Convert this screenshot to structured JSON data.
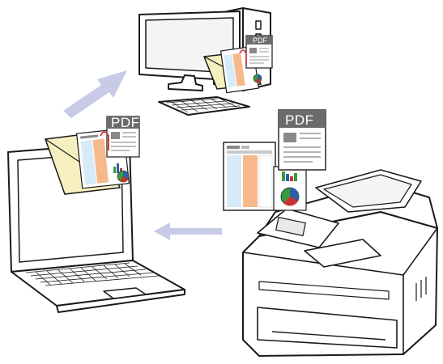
{
  "labels": {
    "pdf_badge_main": "PDF",
    "pdf_badge_laptop": "PDF",
    "pdf_badge_computer": "PDF"
  },
  "colors": {
    "outline": "#1a1a1a",
    "arrow": "#c8cbe6",
    "envelope": "#f6efc0",
    "pdf_band": "#6b6b6b",
    "doc_blue": "#d6ebf7",
    "doc_orange": "#f7b98c",
    "chart_green": "#3a9a3e",
    "chart_blue": "#2f5fa8",
    "chart_red": "#c83232",
    "printer_body": "#ffffff"
  }
}
